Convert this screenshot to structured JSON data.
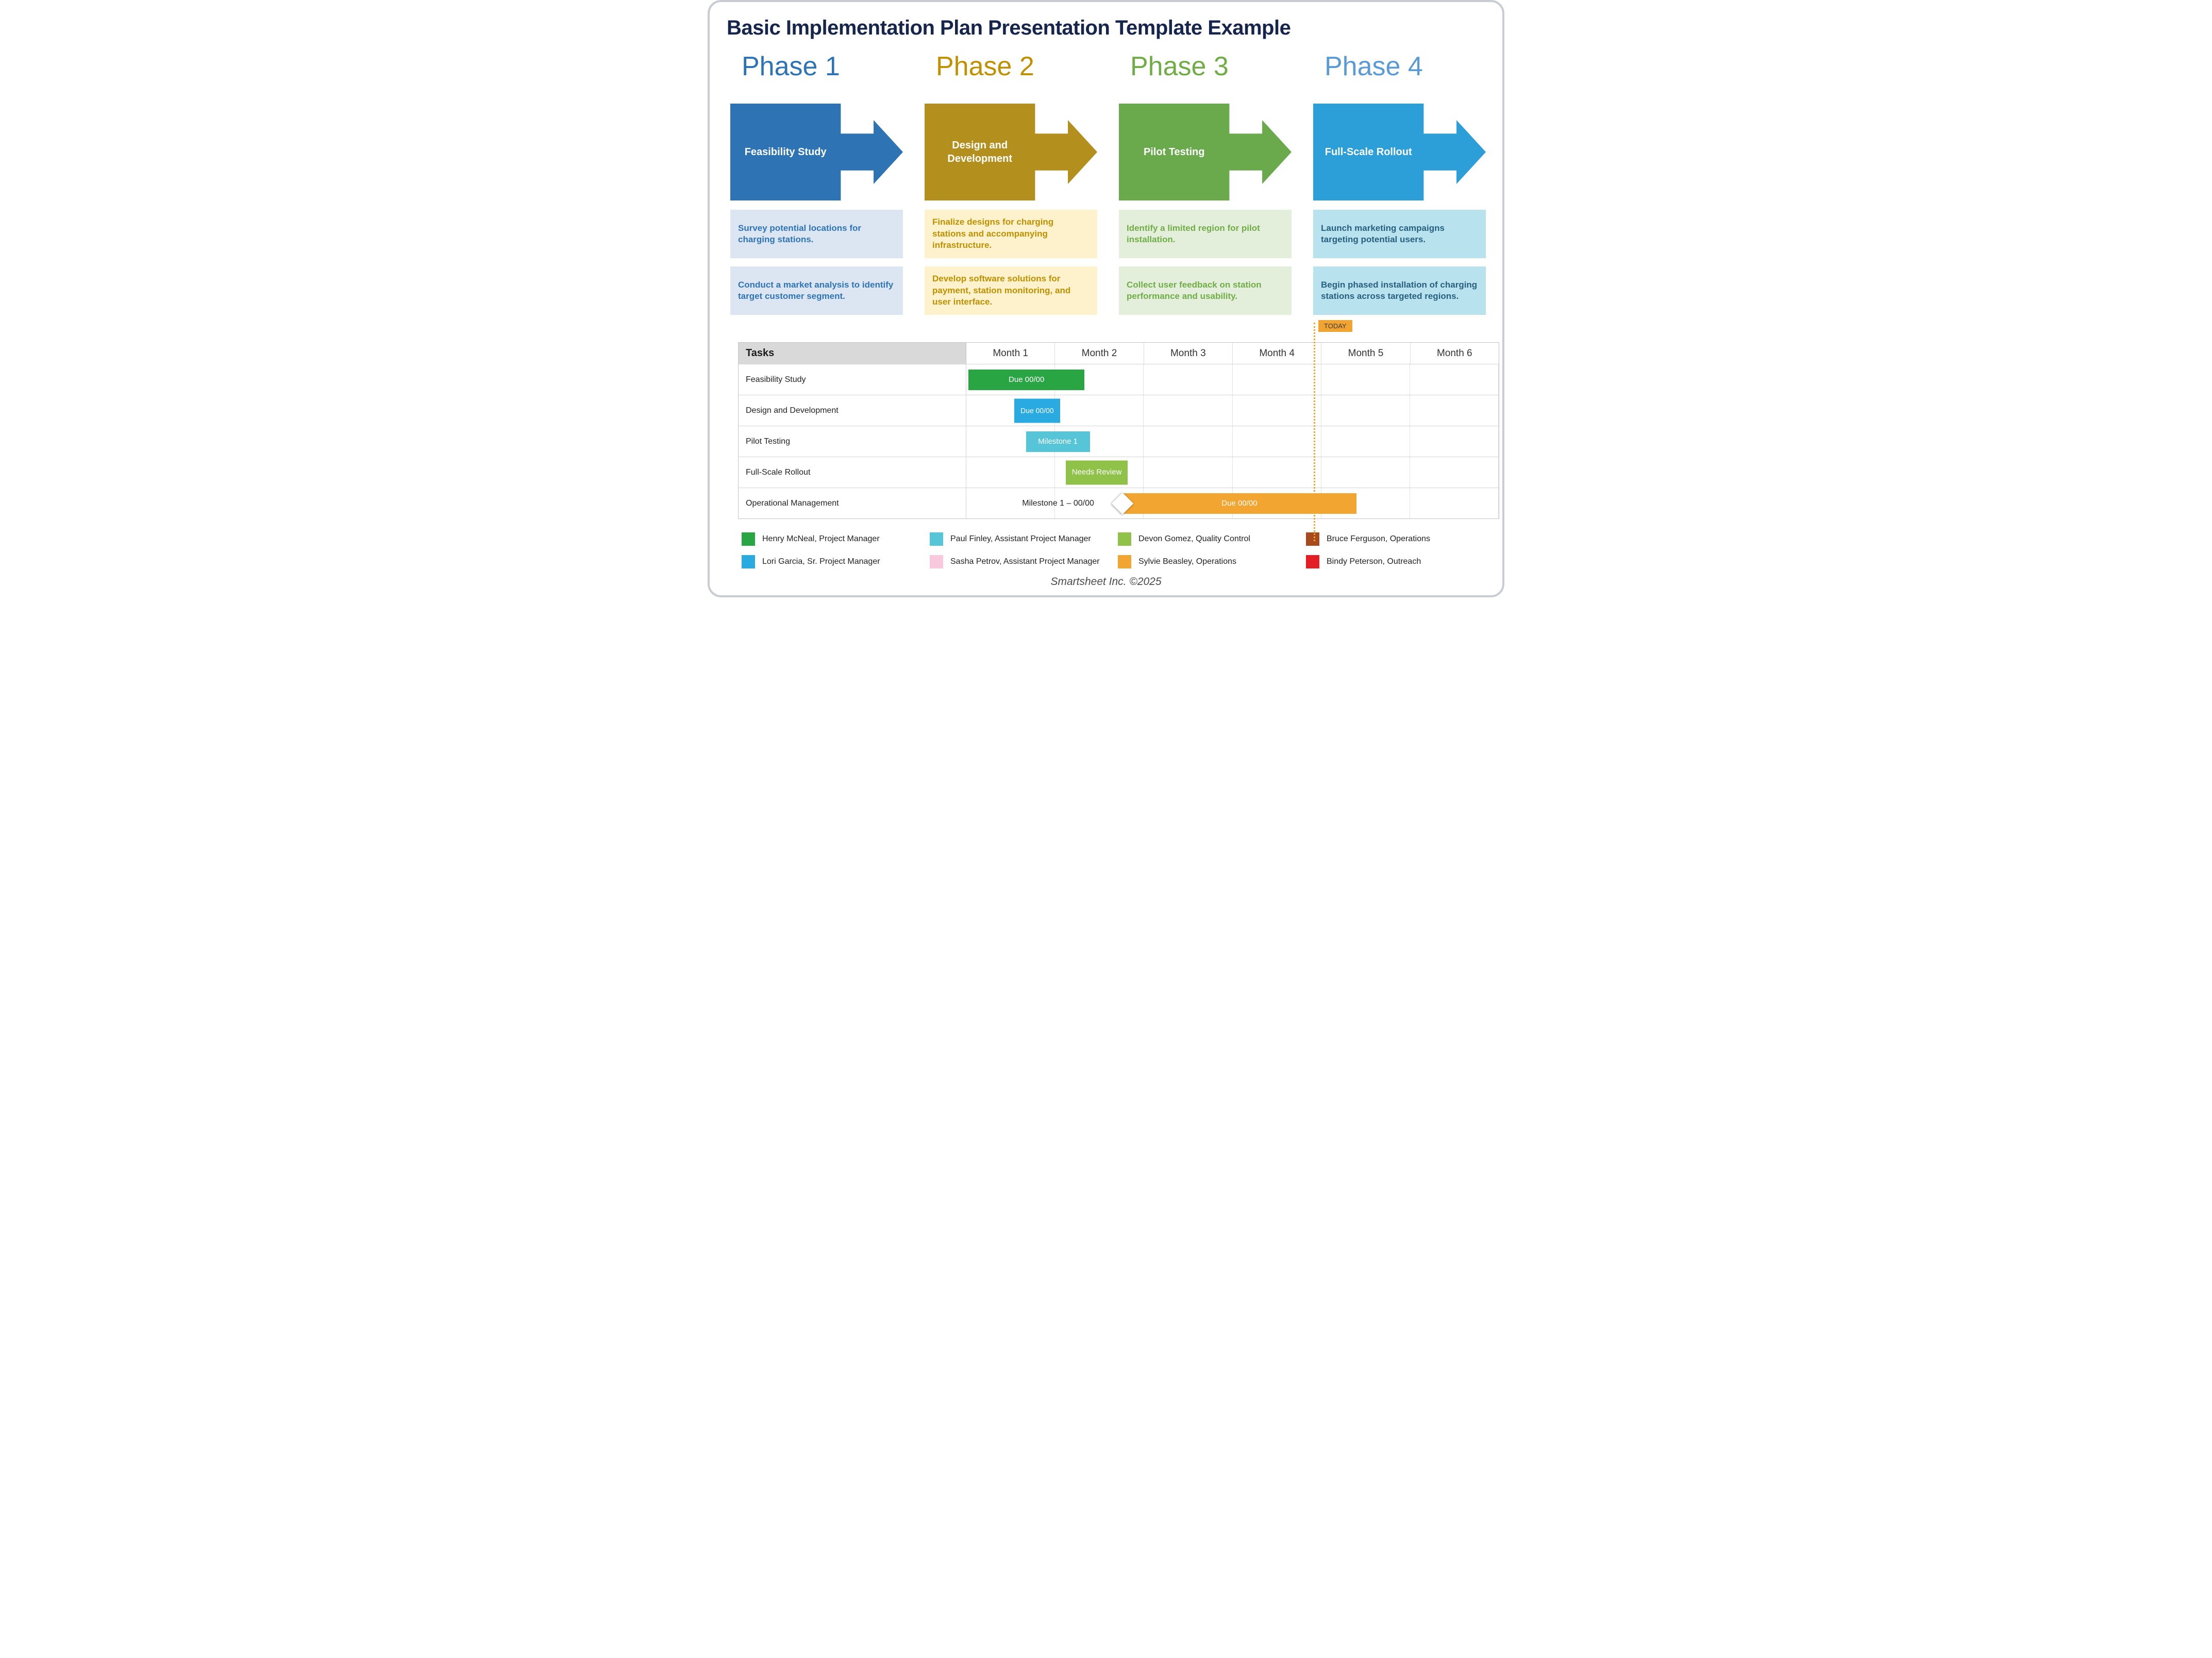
{
  "page": {
    "title": "Basic Implementation Plan Presentation Template Example",
    "footer": "Smartsheet Inc. ©2025"
  },
  "phases": [
    {
      "name": "Phase 1",
      "title_color": "#2e74b5",
      "arrow_label": "Feasibility Study",
      "arrow_color": "#2e74b5",
      "note_bg": "#dce6f2",
      "note_color": "#2e74b5",
      "notes": [
        "Survey potential locations for charging stations.",
        "Conduct a market analysis to identify target customer segment."
      ]
    },
    {
      "name": "Phase 2",
      "title_color": "#bf9000",
      "arrow_label": "Design and Development",
      "arrow_color": "#b3901d",
      "note_bg": "#fdf2cc",
      "note_color": "#bf9000",
      "notes": [
        "Finalize designs for charging stations and accompanying infrastructure.",
        "Develop software solutions for payment, station monitoring, and user interface."
      ]
    },
    {
      "name": "Phase 3",
      "title_color": "#70ad47",
      "arrow_label": "Pilot Testing",
      "arrow_color": "#6aaa4c",
      "note_bg": "#e3efdb",
      "note_color": "#70ad47",
      "notes": [
        "Identify a limited region for pilot installation.",
        "Collect user feedback on station performance and usability."
      ]
    },
    {
      "name": "Phase 4",
      "title_color": "#5b9bd5",
      "arrow_label": "Full-Scale Rollout",
      "arrow_color": "#2d9fd8",
      "note_bg": "#b9e2ef",
      "note_color": "#27607f",
      "notes": [
        "Launch marketing campaigns targeting potential users.",
        "Begin phased installation of charging stations across targeted regions."
      ]
    }
  ],
  "gantt": {
    "today_label": "TODAY",
    "today_color": "#f2a431",
    "tasks_header": "Tasks",
    "months": [
      "Month 1",
      "Month 2",
      "Month 3",
      "Month 4",
      "Month 5",
      "Month 6"
    ],
    "rows": [
      {
        "task": "Feasibility Study",
        "bar_label": "Due 00/00",
        "bar_color": "#29a643"
      },
      {
        "task": "Design and Development",
        "bar_label": "Due 00/00",
        "bar_color": "#29abe2"
      },
      {
        "task": "Pilot Testing",
        "bar_label": "Milestone 1",
        "bar_color": "#56c5d8"
      },
      {
        "task": "Full-Scale Rollout",
        "bar_label": "Needs Review",
        "bar_color": "#90c24a"
      },
      {
        "task": "Operational Management",
        "milestone_label": "Milestone 1 – 00/00",
        "bar_label": "Due 00/00",
        "bar_color": "#f2a531"
      }
    ]
  },
  "legend": {
    "items": [
      {
        "label": "Henry McNeal, Project Manager",
        "color": "#29a643"
      },
      {
        "label": "Paul Finley, Assistant Project Manager",
        "color": "#56c5d8"
      },
      {
        "label": "Devon Gomez, Quality Control",
        "color": "#90c24a"
      },
      {
        "label": "Bruce Ferguson, Operations",
        "color": "#a74b1f"
      },
      {
        "label": "Lori Garcia, Sr. Project Manager",
        "color": "#29abe2"
      },
      {
        "label": "Sasha Petrov, Assistant Project Manager",
        "color": "#f8c8dc"
      },
      {
        "label": "Sylvie Beasley, Operations",
        "color": "#f2a531"
      },
      {
        "label": "Bindy Peterson, Outreach",
        "color": "#e31e24"
      }
    ]
  }
}
